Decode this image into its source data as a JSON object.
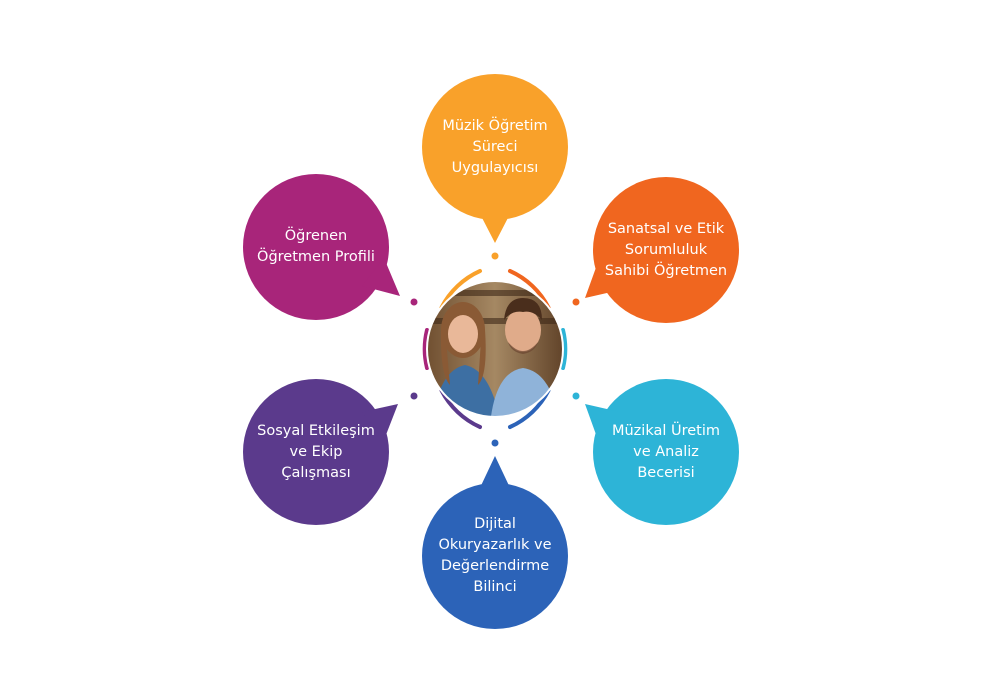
{
  "colors": {
    "orange": "#F9A12A",
    "orange_dark": "#F0661F",
    "magenta": "#A8257A",
    "purple": "#5B3A8C",
    "blue": "#2C63B8",
    "cyan": "#2DB4D7"
  },
  "center": {
    "photo_alt": "Öğretmen çift portresi"
  },
  "nodes": [
    {
      "id": "top",
      "text": "Müzik Öğretim Süreci Uygulayıcısı",
      "color": "#F9A12A"
    },
    {
      "id": "top-right",
      "text": "Sanatsal ve Etik Sorumluluk Sahibi Öğretmen",
      "color": "#F0661F"
    },
    {
      "id": "bottom-right",
      "text": "Müzikal Üretim ve Analiz Becerisi",
      "color": "#2DB4D7"
    },
    {
      "id": "bottom",
      "text": "Dijital Okuryazarlık ve Değerlendirme Bilinci",
      "color": "#2C63B8"
    },
    {
      "id": "bottom-left",
      "text": "Sosyal Etkileşim ve Ekip Çalışması",
      "color": "#5B3A8C"
    },
    {
      "id": "top-left",
      "text": "Öğrenen Öğretmen Profili",
      "color": "#A8257A"
    }
  ]
}
